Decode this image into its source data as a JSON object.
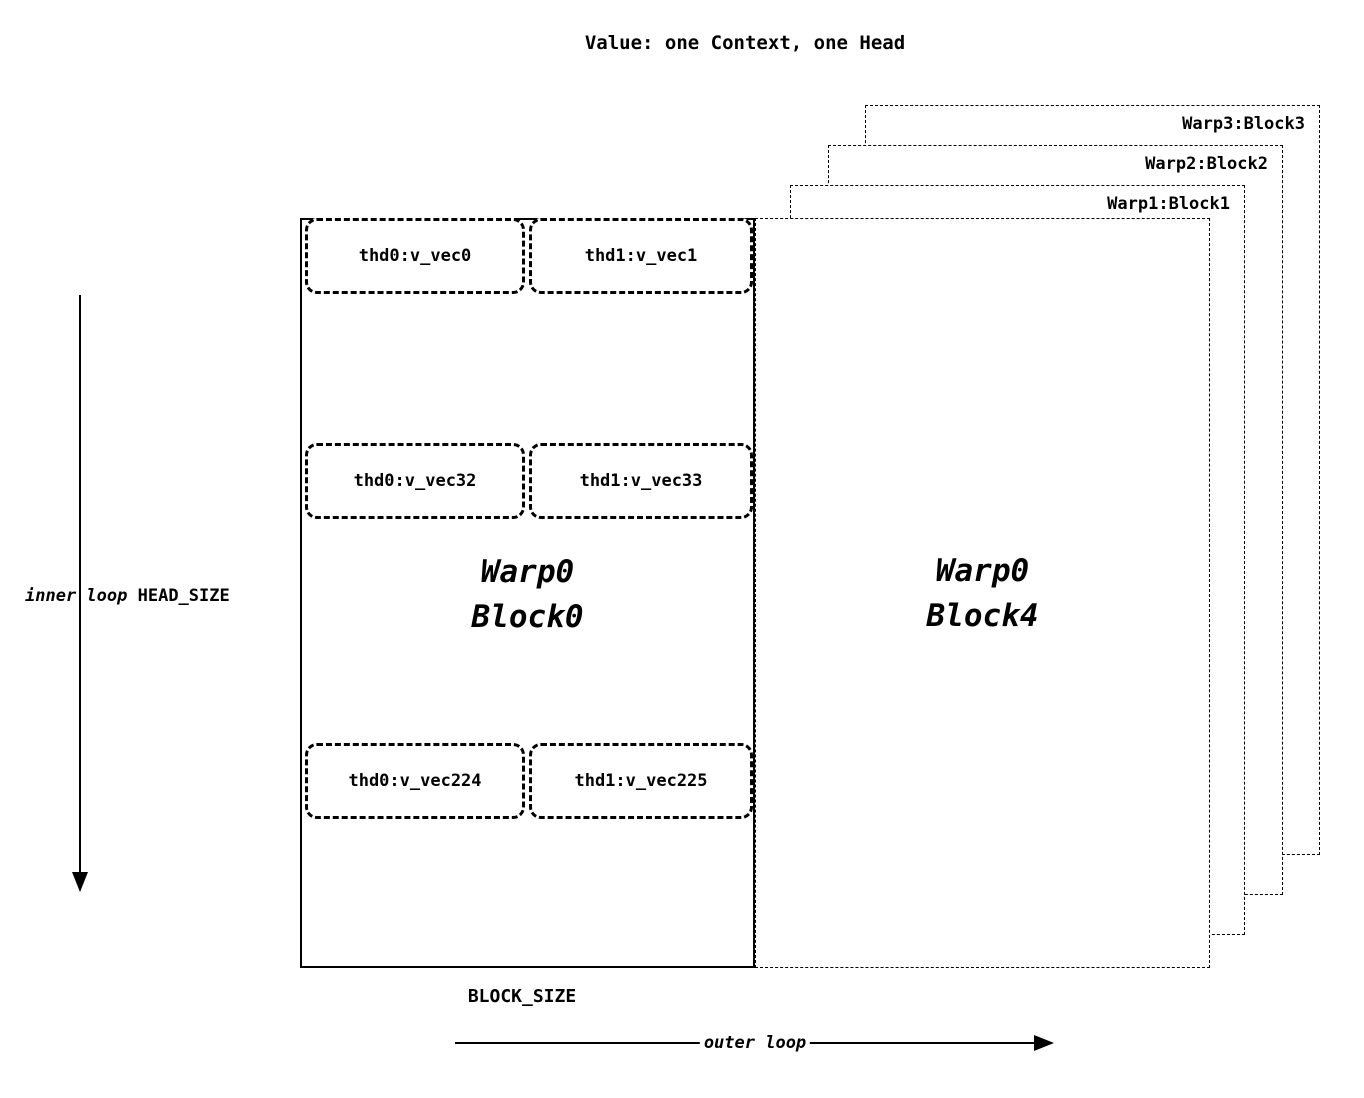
{
  "title": "Value: one Context, one Head",
  "left_axis": {
    "loop_label": "inner loop",
    "dim_label": "HEAD_SIZE"
  },
  "bottom_axis": {
    "size_label": "BLOCK_SIZE",
    "loop_label": "outer loop"
  },
  "main_block": {
    "warp_label": "Warp0",
    "block_label": "Block0",
    "thread_rows": [
      {
        "left": "thd0:v_vec0",
        "right": "thd1:v_vec1"
      },
      {
        "left": "thd0:v_vec32",
        "right": "thd1:v_vec33"
      },
      {
        "left": "thd0:v_vec224",
        "right": "thd1:v_vec225"
      }
    ]
  },
  "front_block": {
    "warp_label": "Warp0",
    "block_label": "Block4"
  },
  "stacked_blocks": [
    {
      "label": "Warp1:Block1"
    },
    {
      "label": "Warp2:Block2"
    },
    {
      "label": "Warp3:Block3"
    }
  ],
  "colors": {
    "ink": "#000000",
    "background": "#ffffff"
  }
}
